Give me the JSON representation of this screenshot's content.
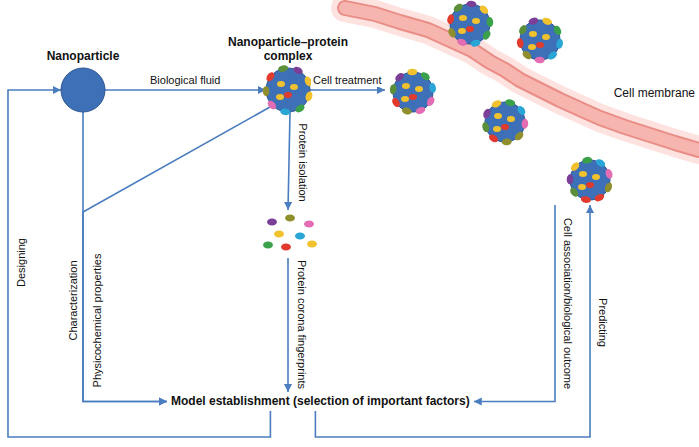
{
  "diagram": {
    "nodes": [
      {
        "text": [
          "Nanoparticle"
        ]
      },
      {
        "text": [
          "Nanoparticle–protein complex"
        ]
      },
      {
        "text": [
          "Model establishment (selection of important factors)"
        ]
      },
      {
        "text": [
          "Cell membrane"
        ]
      }
    ],
    "edges": [
      {
        "from": 0,
        "to": 1,
        "arrow": "to",
        "label": "Biological fluid"
      },
      {
        "from": 1,
        "to": 3,
        "arrow": "to",
        "label": "Cell treatment"
      },
      {
        "from": 0,
        "to": 2,
        "arrow": "to",
        "label": "Characterization"
      },
      {
        "from": 1,
        "to": 2,
        "arrow": "to"
      },
      {
        "from": 1,
        "to": 2,
        "arrow": "to",
        "label": "Protein isolation"
      },
      {
        "from": 3,
        "to": 2,
        "arrow": "to",
        "label": "Cell association/biological outcome"
      },
      {
        "from": 2,
        "to": 3,
        "arrow": "to",
        "label": "Predicting"
      },
      {
        "from": 2,
        "to": 0,
        "arrow": "to",
        "label": "Designing"
      }
    ],
    "labels": [
      "Physicochemical properties",
      "Protein corona fingerprints"
    ]
  }
}
